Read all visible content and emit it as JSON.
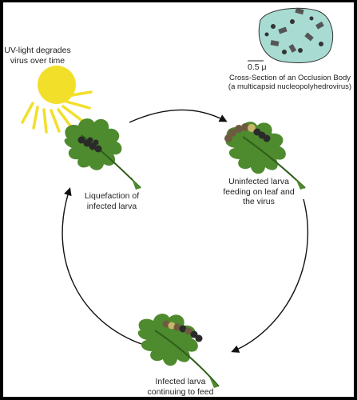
{
  "labels": {
    "uv": [
      "UV-light degrades",
      "virus over time"
    ],
    "scale": "0.5 μ",
    "ob": [
      "Cross-Section of an Occlusion Body",
      "(a multicapsid nucleopolyhedrovirus)"
    ],
    "uninfected": [
      "Uninfected larva",
      "feeding on leaf and",
      "the virus"
    ],
    "liquefaction": [
      "Liquefaction of",
      "infected larva"
    ],
    "infected": [
      "Infected larva",
      "continuing to feed"
    ]
  },
  "colors": {
    "leaf": "#4e8a2e",
    "leaf_edge": "#2f5f1a",
    "sun": "#f2df2a",
    "occlusion_body": "#a8dcd3",
    "larva_dark": "#2a2a2a",
    "larva_brown": "#6e5a40",
    "larva_head": "#c8b56a",
    "arrow": "#111111"
  }
}
